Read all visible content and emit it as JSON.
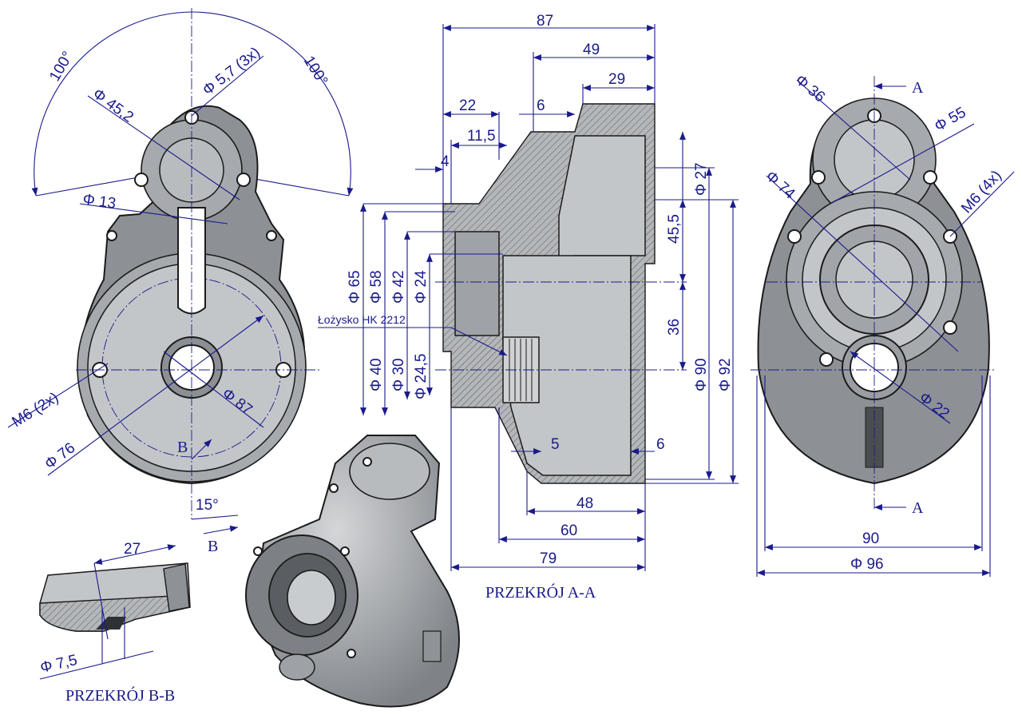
{
  "sections": {
    "aa": "PRZEKRÓJ A-A",
    "bb": "PRZEKRÓJ B-B",
    "a_top": "A",
    "a_bottom": "A",
    "b_front": "B",
    "b_bottom": "B"
  },
  "front_view": {
    "angle_left": "100°",
    "angle_right": "100°",
    "hole_top": "Φ 5,7 (3x)",
    "pcd_top": "Φ 45,2",
    "bore_top": "Φ 13",
    "thread": "M6 (2x)",
    "outer": "Φ 76",
    "pcd_main": "Φ 87",
    "angle_bottom": "15°"
  },
  "section_aa": {
    "total_len": "87",
    "len_49": "49",
    "len_29": "29",
    "len_22": "22",
    "len_6_top": "6",
    "len_11_5": "11,5",
    "len_4": "4",
    "dia_65": "Φ 65",
    "dia_58": "Φ 58",
    "dia_42": "Φ 42",
    "dia_24": "Φ 24",
    "dia_40": "Φ 40",
    "dia_30": "Φ 30",
    "dia_24_5": "Φ 24,5",
    "dia_27": "Φ 27",
    "h_45_5": "45,5",
    "h_36": "36",
    "dia_90": "Φ 90",
    "dia_92": "Φ 92",
    "len_5": "5",
    "len_6_bottom": "6",
    "len_48": "48",
    "len_60": "60",
    "len_79": "79",
    "bearing": "Łożysko HK 2212"
  },
  "side_view": {
    "dia_36": "Φ 36",
    "dia_55": "Φ 55",
    "dia_74": "Φ 74",
    "thread": "M6 (4x)",
    "dia_22": "Φ 22",
    "width_90": "90",
    "dia_96": "Φ 96"
  },
  "section_bb": {
    "len_27": "27",
    "dia_7_5": "Φ 7,5"
  },
  "colors": {
    "dimension": "#1a1a8c",
    "casting": "#a6aaae",
    "outline": "#1b1b1b"
  }
}
